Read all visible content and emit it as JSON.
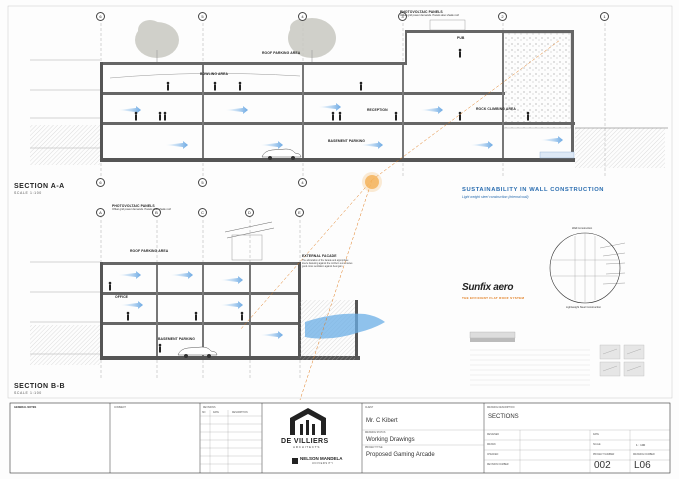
{
  "section_a": {
    "title": "SECTION A-A",
    "scale": "SCALE 1:100",
    "grid": [
      "6",
      "5",
      "4",
      "3",
      "2",
      "1"
    ],
    "labels": {
      "roof_parking": "ROOF PARKING AREA",
      "bowling": "BOWLING AREA",
      "pub": "PUB",
      "reception": "RECEPTION",
      "rock_climbing": "ROCK CLIMBING AREA",
      "basement": "BASEMENT PARKING",
      "pv_panels": "PHOTOVOLTAIC PANELS",
      "pv_note": "Offset grid power demands. Panels also shade roof"
    }
  },
  "section_b": {
    "title": "SECTION B-B",
    "scale": "SCALE 1:100",
    "grid": [
      "A",
      "B",
      "C",
      "D",
      "E"
    ],
    "labels": {
      "roof_parking": "ROOF PARKING AREA",
      "office": "OFFICE",
      "basement": "BASEMENT PARKING",
      "pv_panels": "PHOTOVOLTAIC PANELS",
      "pv_note": "Offset grid power demands. Panels also shade roof",
      "external_facade": "EXTERNAL FACADE",
      "facade_note": "The articulation of the facade and appropriate louvre fastening against the northern sun ensures good cross ventilation against heat gain"
    }
  },
  "sustainability": {
    "title": "SUSTAINABILITY IN WALL CONSTRUCTION",
    "subtitle": "Light weight steel construction (internal wall)",
    "brand": "Sunfix aero",
    "brand_tag": "THE EFFICIENT FLAT ROOF SYSTEM",
    "diagram_caption": "Lightweight Steel Construction",
    "wall_caption": "Wall Construction"
  },
  "general_notes": {
    "heading": "GENERAL NOTES"
  },
  "title_block": {
    "comment_label": "COMMENT",
    "revisions_label": "REVISIONS",
    "rev_cols": [
      "NO",
      "DATE",
      "DESCRIPTION"
    ],
    "firm_name": "DE VILLIERS",
    "firm_sub": "ARCHITECTS",
    "university": "NELSON MANDELA",
    "university_sub": "UNIVERSITY",
    "client_label": "CLIENT",
    "client": "Mr. C Kibert",
    "drawing_status_label": "DRAWING STATUS",
    "drawing_status": "Working Drawings",
    "project_title_label": "PROJECT TITLE",
    "project_title": "Proposed Gaming Arcade",
    "drawing_desc_label": "DRAWING DESCRIPTION",
    "drawing_desc": "SECTIONS",
    "designed_label": "DESIGNED",
    "drawn_label": "DRAWN",
    "checked_label": "CHECKED",
    "revision_label": "REVISION NUMBER",
    "date_label": "DATE",
    "scale_label": "SCALE",
    "scale_value": "1 : 100",
    "project_number_label": "PROJECT NUMBER",
    "project_number": "002",
    "drawing_number_label": "DRAWING NUMBER",
    "drawing_number": "L06"
  }
}
